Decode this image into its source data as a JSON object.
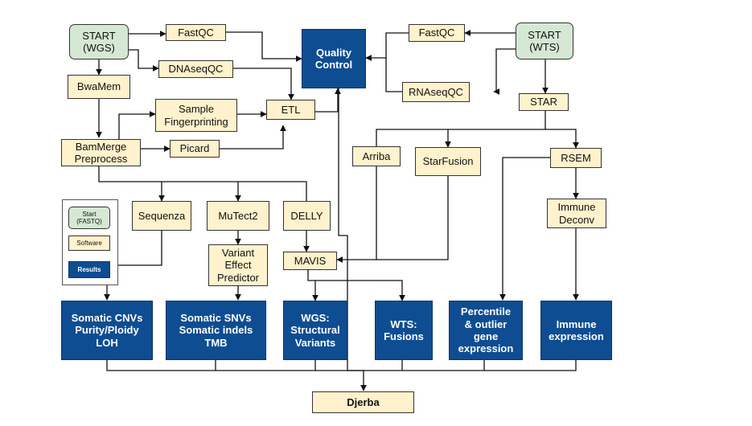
{
  "nodes": {
    "start_wgs": "START\n(WGS)",
    "start_wts": "START\n(WTS)",
    "fastqc_wgs": "FastQC",
    "fastqc_wts": "FastQC",
    "dnaseqqc": "DNAseqQC",
    "rnaseqqc": "RNAseqQC",
    "quality_control": "Quality\nControl",
    "bwamem": "BwaMem",
    "sample_fingerprinting": "Sample\nFingerprinting",
    "etl": "ETL",
    "star": "STAR",
    "bammerge": "BamMerge\nPreprocess",
    "picard": "Picard",
    "arriba": "Arriba",
    "starfusion": "StarFusion",
    "rsem": "RSEM",
    "sequenza": "Sequenza",
    "mutect2": "MuTect2",
    "delly": "DELLY",
    "immune_deconv": "Immune\nDeconv",
    "vep": "Variant\nEffect\nPredictor",
    "mavis": "MAVIS",
    "res_cnv": "Somatic CNVs\nPurity/Ploidy\nLOH",
    "res_snv": "Somatic SNVs\nSomatic indels\nTMB",
    "res_wgs_sv": "WGS:\nStructural\nVariants",
    "res_wts_fusion": "WTS:\nFusions",
    "res_outlier": "Percentile\n& outlier\ngene\nexpression",
    "res_immune": "Immune\nexpression",
    "djerba": "Djerba"
  },
  "legend": {
    "start": "Start\n(FASTQ)",
    "software": "Software",
    "results": "Results"
  },
  "colors": {
    "start_fill": "#d5e8d4",
    "software_fill": "#fff2cc",
    "results_fill": "#0e4d92",
    "line": "#111111"
  }
}
